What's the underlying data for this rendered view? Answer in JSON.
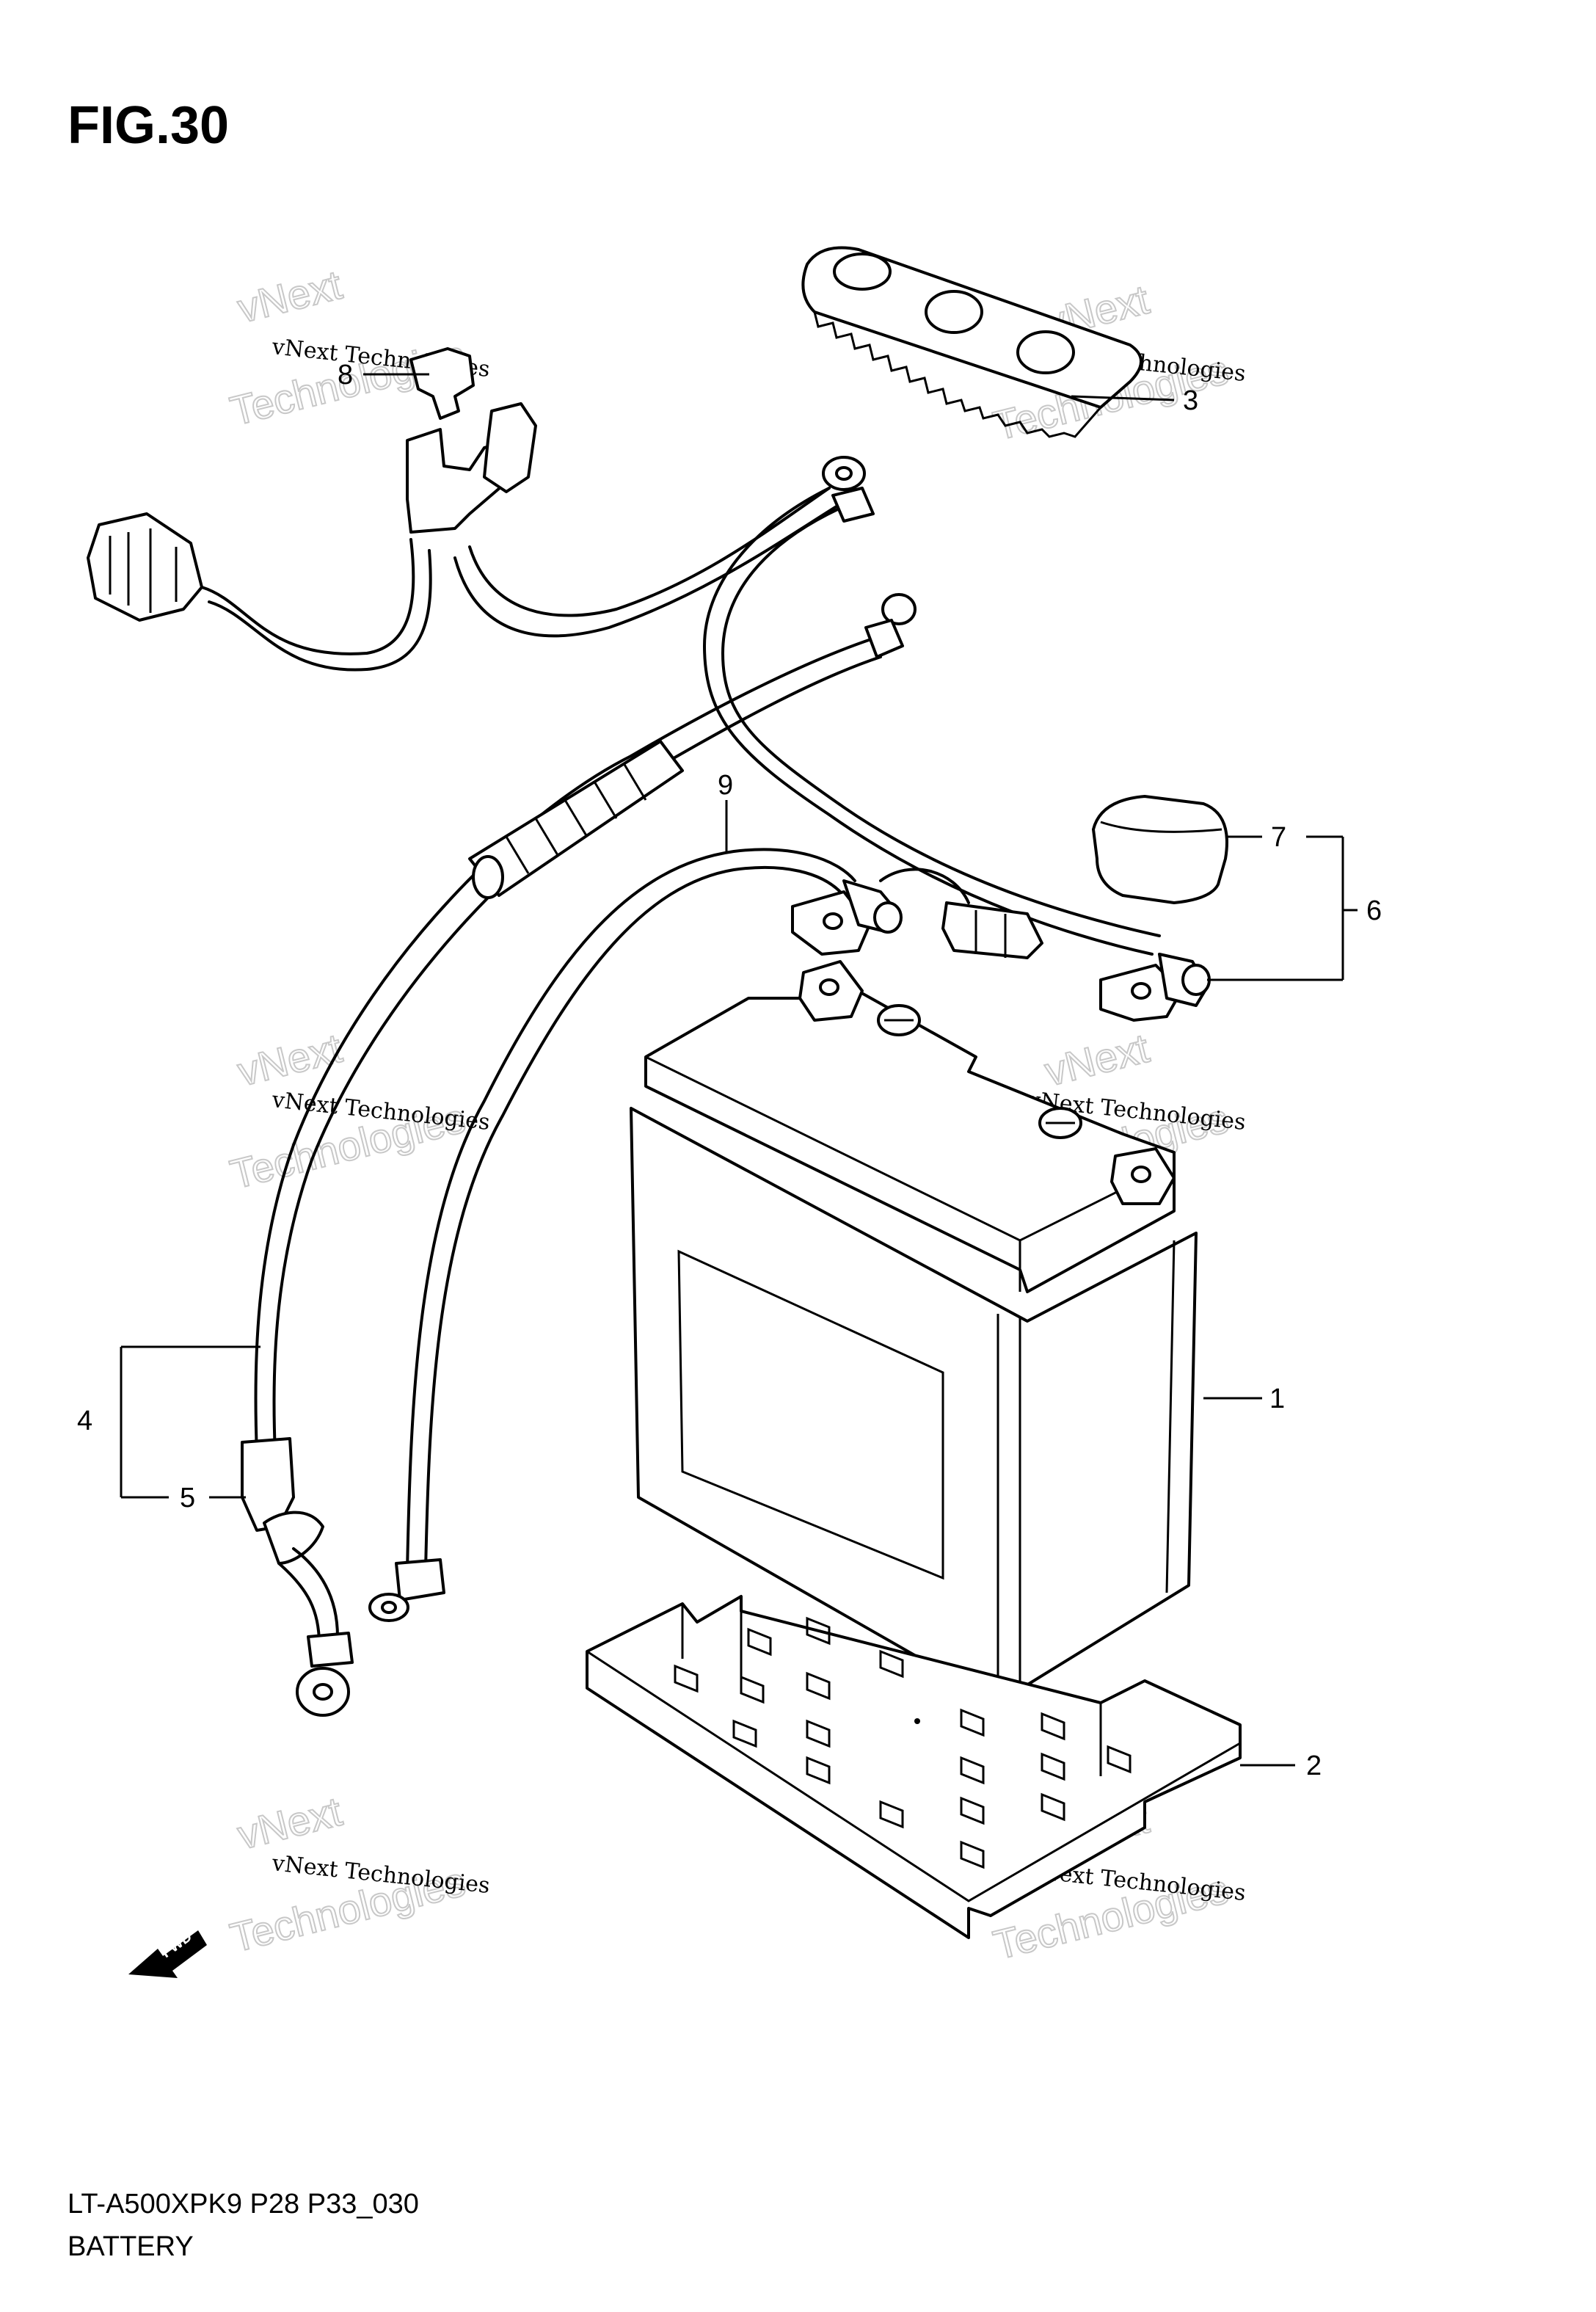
{
  "figure": {
    "title": "FIG.30",
    "code": "LT-A500XPK9 P28 P33_030",
    "name": "BATTERY"
  },
  "callouts": [
    {
      "id": "1"
    },
    {
      "id": "2"
    },
    {
      "id": "3"
    },
    {
      "id": "4"
    },
    {
      "id": "5"
    },
    {
      "id": "6"
    },
    {
      "id": "7"
    },
    {
      "id": "8"
    },
    {
      "id": "9"
    }
  ],
  "watermark": {
    "line1": "vNext Technologies",
    "line2": "vNext",
    "line3": "Technologies"
  },
  "fwd_label": "FWD"
}
